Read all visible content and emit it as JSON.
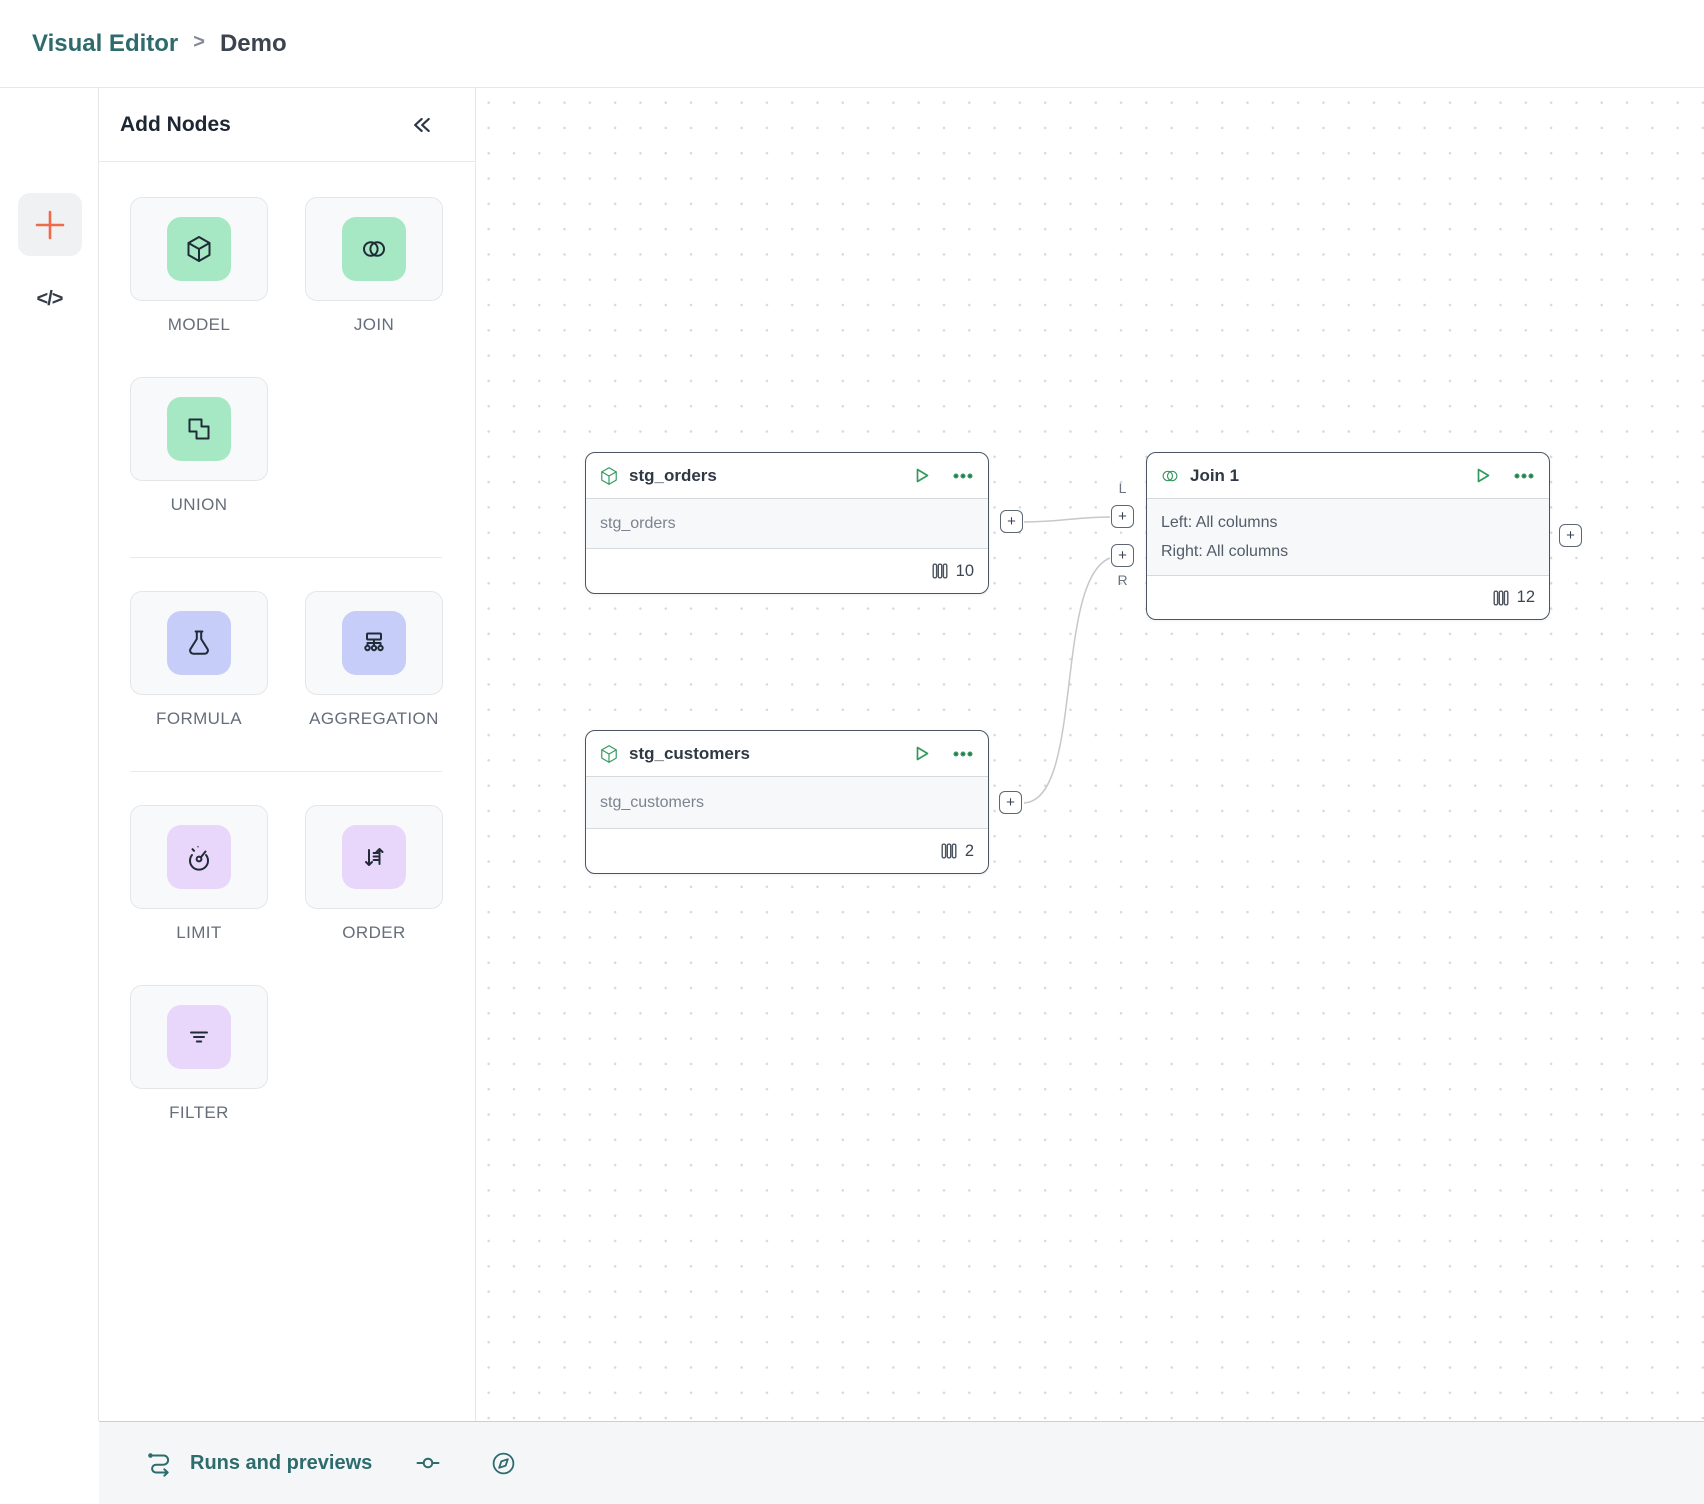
{
  "colors": {
    "teal": "#2e6b6d",
    "orange": "#ee6a4d",
    "mint": "#a5e8c3",
    "indigo": "#c6cdf8",
    "lavender": "#e8d7fa",
    "node_border": "#4c5562",
    "edge": "#c5c8cc"
  },
  "breadcrumb": {
    "root": "Visual Editor",
    "separator": ">",
    "current": "Demo"
  },
  "rail": {
    "code_toggle": "</>"
  },
  "panel": {
    "title": "Add Nodes"
  },
  "palette": {
    "items": [
      {
        "label": "MODEL"
      },
      {
        "label": "JOIN"
      },
      {
        "label": "UNION"
      },
      {
        "label": "FORMULA"
      },
      {
        "label": "AGGREGATION"
      },
      {
        "label": "LIMIT"
      },
      {
        "label": "ORDER"
      },
      {
        "label": "FILTER"
      }
    ]
  },
  "canvas": {
    "nodes": [
      {
        "title": "stg_orders",
        "subtitle": "stg_orders",
        "column_count": "10"
      },
      {
        "title": "stg_customers",
        "subtitle": "stg_customers",
        "column_count": "2"
      },
      {
        "title": "Join 1",
        "detail_left": "Left: All columns",
        "detail_right": "Right: All columns",
        "column_count": "12"
      }
    ],
    "handles": {
      "plus": "+",
      "left": "L",
      "right": "R"
    }
  },
  "statusbar": {
    "runs_label": "Runs and previews"
  }
}
